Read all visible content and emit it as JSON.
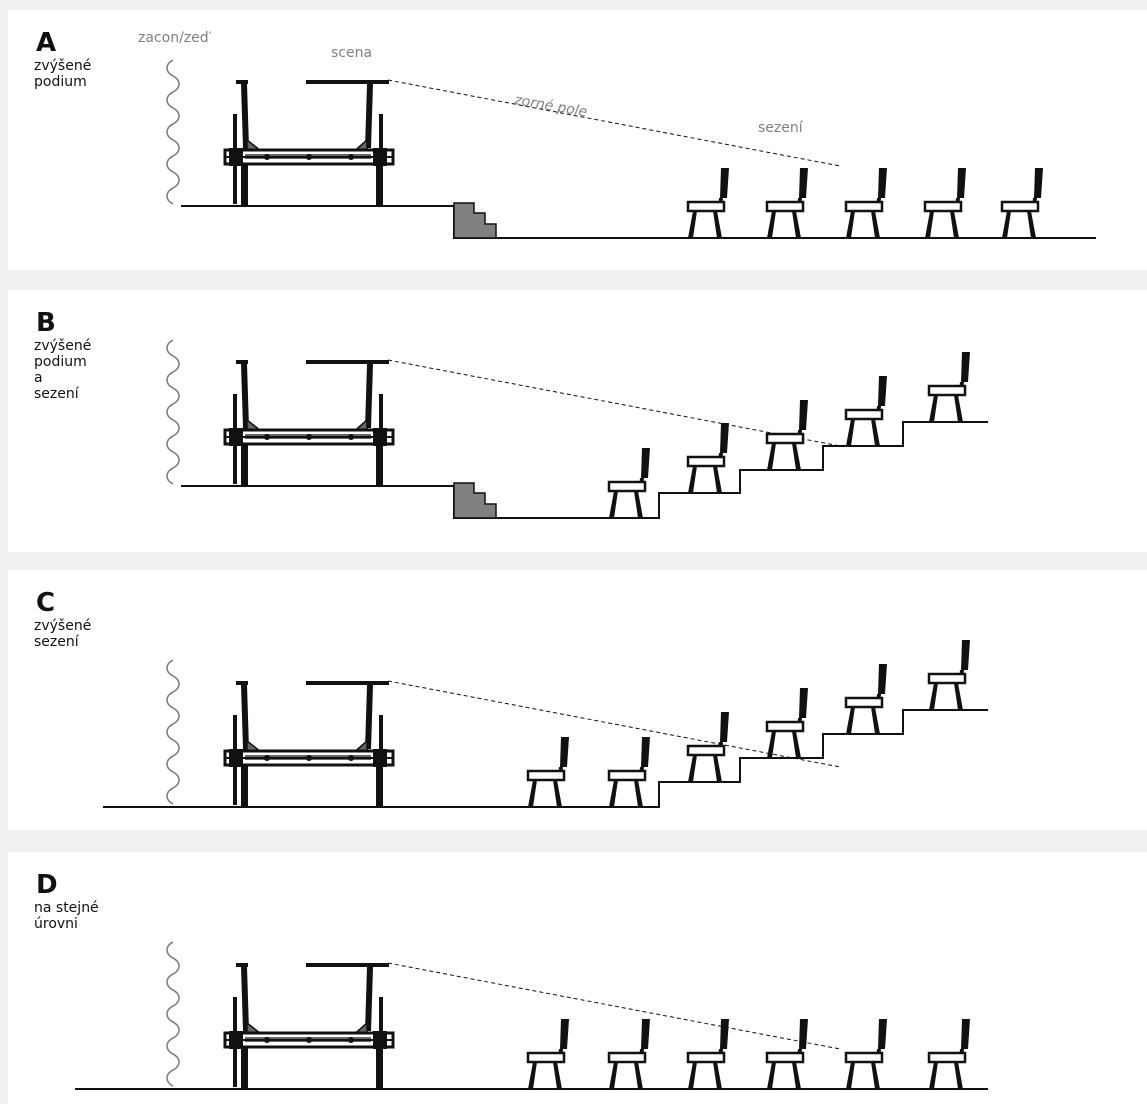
{
  "labels": {
    "wall": "zacon/zed′",
    "stage": "scena",
    "sightline": "zorné pole",
    "seating": "sezení"
  },
  "panels": [
    {
      "id": "A",
      "letter": "A",
      "lines": [
        "zvýšené",
        "podium"
      ]
    },
    {
      "id": "B",
      "letter": "B",
      "lines": [
        "zvýšené",
        "podium",
        "a",
        "sezení"
      ]
    },
    {
      "id": "C",
      "letter": "C",
      "lines": [
        "zvýšené",
        "sezení"
      ]
    },
    {
      "id": "D",
      "letter": "D",
      "lines": [
        "na stejné",
        "úrovni"
      ]
    }
  ],
  "colors": {
    "line": "#111111",
    "muted": "#808080",
    "stairs": "#808080"
  }
}
